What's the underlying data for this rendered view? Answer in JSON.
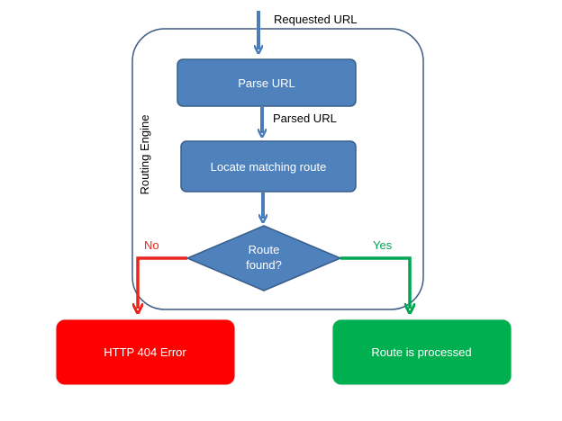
{
  "diagram": {
    "container_label": "Routing Engine",
    "input_label": "Requested URL",
    "parse_node": "Parse URL",
    "parsed_label": "Parsed URL",
    "locate_node": "Locate matching route",
    "decision_line1": "Route",
    "decision_line2": "found?",
    "no_label": "No",
    "yes_label": "Yes",
    "error_node": "HTTP 404 Error",
    "success_node": "Route is processed"
  },
  "colors": {
    "process_fill": "#4f81bd",
    "process_stroke": "#385d8a",
    "container_stroke": "#3b5a85",
    "arrow_blue": "#4a7ebb",
    "no_red": "#e8251c",
    "yes_green": "#00a550",
    "error_fill": "#ff0000",
    "success_fill": "#00b050"
  }
}
